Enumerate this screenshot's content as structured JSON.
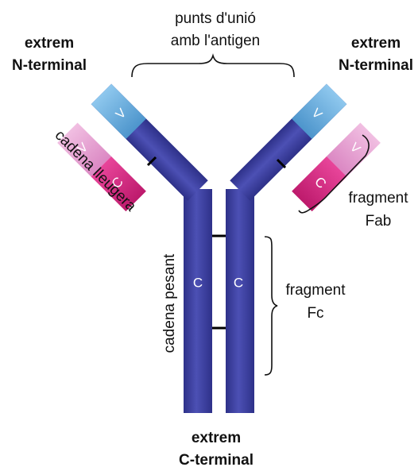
{
  "labels": {
    "antigen_binding_line1": "punts d'unió",
    "antigen_binding_line2": "amb l'antigen",
    "n_terminal_left_line1": "extrem",
    "n_terminal_left_line2": "N-terminal",
    "n_terminal_right_line1": "extrem",
    "n_terminal_right_line2": "N-terminal",
    "light_chain": "cadena lleugera",
    "heavy_chain": "cadena pesant",
    "fab_line1": "fragment",
    "fab_line2": "Fab",
    "fc_line1": "fragment",
    "fc_line2": "Fc",
    "c_terminal_line1": "extrem",
    "c_terminal_line2": "C-terminal"
  },
  "domain_letters": {
    "variable": "V",
    "constant": "C"
  },
  "colors": {
    "heavy_chain": "#3c3f9c",
    "heavy_variable": "#6db0df",
    "light_variable": "#e8a6d3",
    "light_constant": "#d0267e",
    "bracket": "#111111"
  }
}
